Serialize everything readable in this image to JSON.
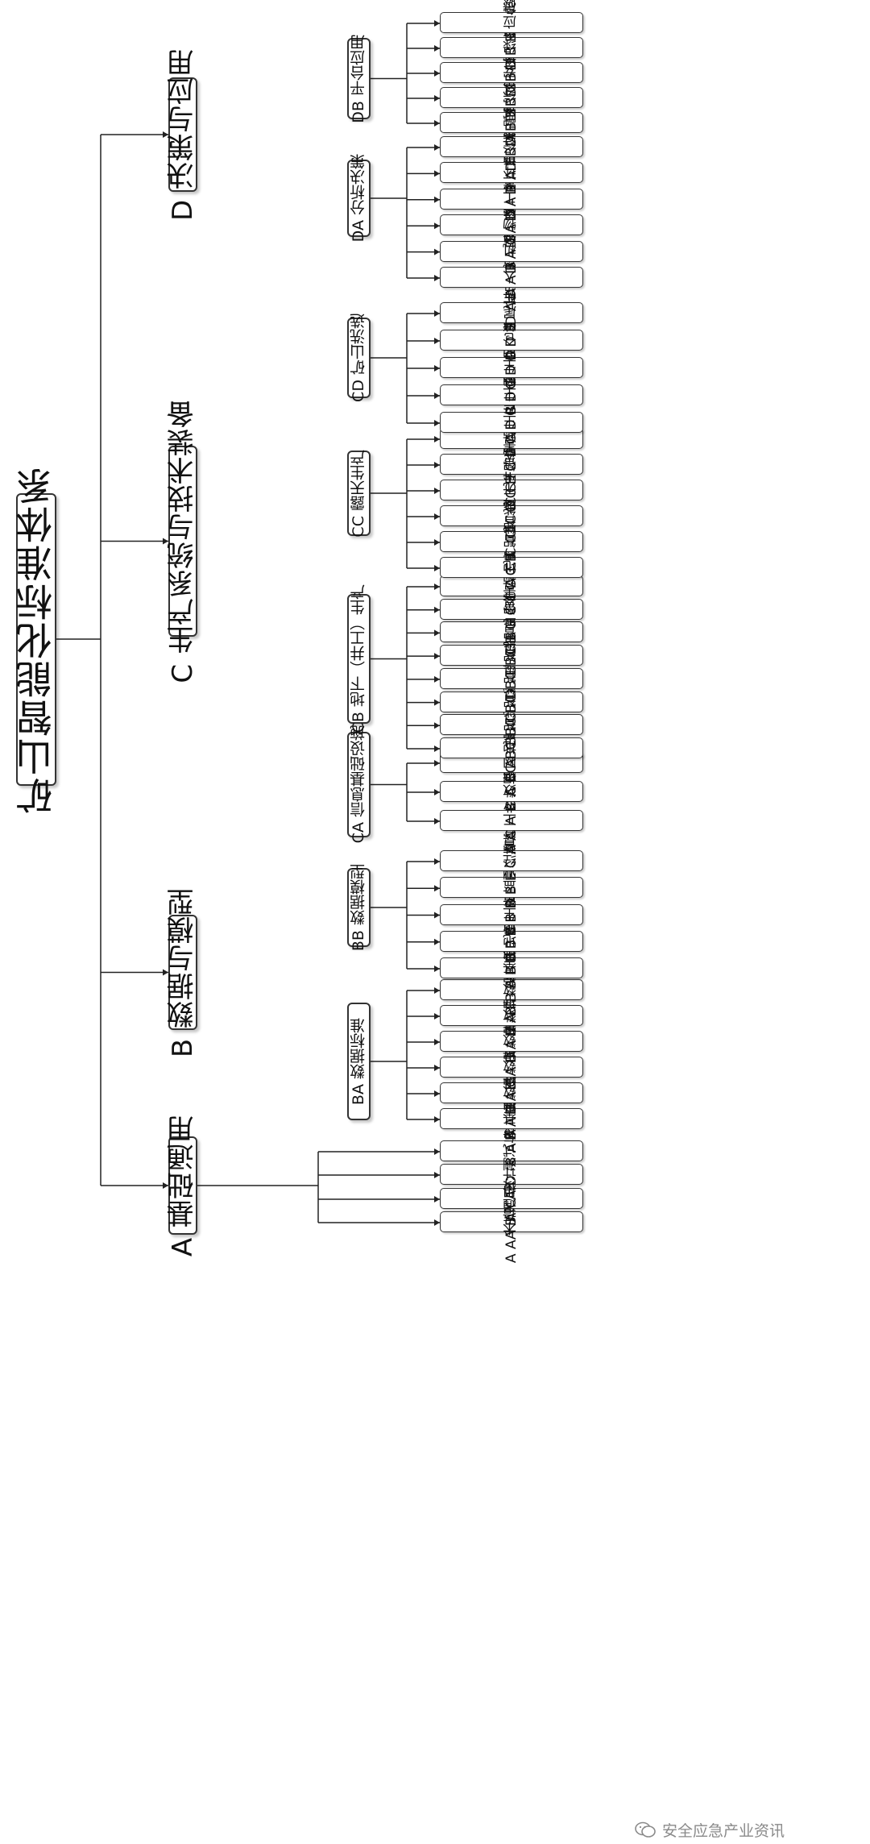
{
  "tree": {
    "root": "矿山智能化标准体系",
    "branches": [
      {
        "label": "A 基础通用",
        "groups": [
          {
            "label": "",
            "items": [
              "A A 术语定义",
              "A B 通用技术",
              "A C 设计与建设",
              "A D 测试与评估"
            ]
          }
        ]
      },
      {
        "label": "B 数据与模型",
        "groups": [
          {
            "label": "BA 数据标准",
            "items": [
              "B A A 基础共性",
              "B A B 数据编码",
              "B A C 数据采集",
              "B A D 数据治理",
              "B A E 数据安全",
              "B A F 数据应用"
            ]
          },
          {
            "label": "BB 数据模型",
            "items": [
              "B B A 基础通用",
              "B B B 地质测量",
              "B B C 生产作业",
              "B B D 监测预警",
              "B B E 经营管理"
            ]
          }
        ]
      },
      {
        "label": "C 生产系统与技术装备",
        "groups": [
          {
            "label": "CA 信息基础设施",
            "items": [
              "C A A 工业网络",
              "C A B 数据中心",
              "C A C 网络安全"
            ]
          },
          {
            "label": "CB 地下（井工）生产",
            "items": [
              "C B A 地质保障",
              "C B B 智能掘进",
              "C B C 智能开采",
              "C B D 智能主运",
              "C B E 智能辅运",
              "C B F 智能通风",
              "C B G 智能辅助",
              "C B H 灾害预警与防治"
            ]
          },
          {
            "label": "CC 露天生产",
            "items": [
              "C C A 地质保障",
              "C C B 智能穿爆",
              "C C C 智能采运排",
              "C C D 无人驾驶",
              "C C E 智能辅助",
              "C C F 灾害预警与防治"
            ]
          },
          {
            "label": "CD 矿山洗选",
            "items": [
              "C D A 生产控制",
              "C D B 生产辅助",
              "C D C 生产保障",
              "C D D 仓储装车",
              "C D E 尾矿设施"
            ]
          }
        ]
      },
      {
        "label": "D 决策与应用",
        "groups": [
          {
            "label": "DA 分析决策",
            "items": [
              "D A A 人员组织",
              "D A B 机器运维",
              "D A C 物资配置",
              "D A D 工艺法则",
              "D A E 环境要求",
              "D A F 经营管理"
            ]
          },
          {
            "label": "DB 平台应用",
            "items": [
              "D B A 融合应用",
              "D B B 综合管控",
              "D B C 安全预警",
              "D B D 绿色低碳",
              "D B E 应急救援"
            ]
          }
        ]
      }
    ]
  },
  "watermark": {
    "text": "安全应急产业资讯",
    "icon": "wechat-icon"
  },
  "colors": {
    "line": "#222222",
    "border": "#333333",
    "watermark": "#8a8a8a"
  }
}
